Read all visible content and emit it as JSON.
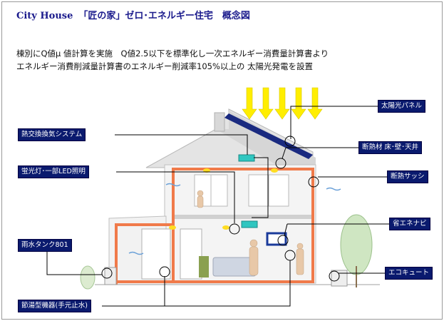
{
  "title": {
    "brand": "City House",
    "main": "「匠の家」ゼロ･エネルギー住宅　概念図"
  },
  "description": {
    "line1": "棟別にQ値μ 値計算を実施　Q値2.5以下を標準化し一次エネルギー消費量計算書より",
    "line2": "エネルギー消費削減量計算書のエネルギー削減率105%以上の 太陽光発電を設置"
  },
  "labels": {
    "solar_panel": "太陽光パネル",
    "heat_exchange": "熱交換換気システム",
    "insulation": "断熱材 床･壁･天井",
    "fluorescent": "蛍光灯･一部LED照明",
    "insulated_sash": "断熱サッシ",
    "energy_navi": "省エネナビ",
    "rain_tank": "雨水タンク801",
    "eco_cute": "エコキュート",
    "water_saving": "節湯型機器(手元止水)"
  },
  "colors": {
    "label_bg": "#0a1a6e",
    "title": "#1a1a8c",
    "insulation_line": "#f07a4a",
    "sun_rays": "#ffee00",
    "roof": "#e2e2e2",
    "solar_panel": "#1a2a80"
  }
}
